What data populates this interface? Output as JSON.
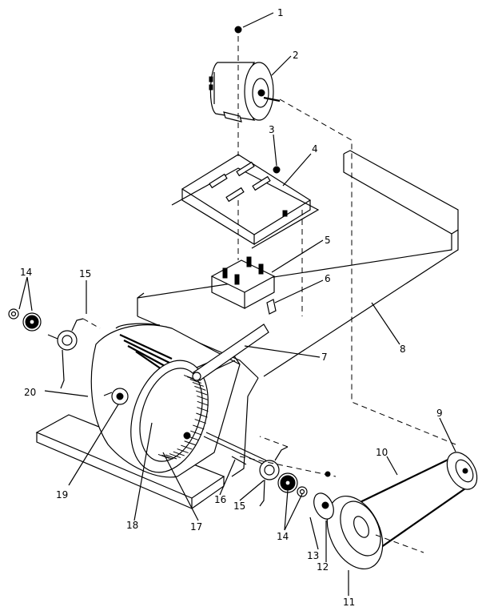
{
  "callouts": [
    {
      "id": "c1",
      "text": "1"
    },
    {
      "id": "c2",
      "text": "2"
    },
    {
      "id": "c3",
      "text": "3"
    },
    {
      "id": "c4",
      "text": "4"
    },
    {
      "id": "c5",
      "text": "5"
    },
    {
      "id": "c6",
      "text": "6"
    },
    {
      "id": "c7",
      "text": "7"
    },
    {
      "id": "c8",
      "text": "8"
    },
    {
      "id": "c9",
      "text": "9"
    },
    {
      "id": "c10",
      "text": "10"
    },
    {
      "id": "c11",
      "text": "11"
    },
    {
      "id": "c12",
      "text": "12"
    },
    {
      "id": "c13",
      "text": "13"
    },
    {
      "id": "c14a",
      "text": "14"
    },
    {
      "id": "c14b",
      "text": "14"
    },
    {
      "id": "c15a",
      "text": "15"
    },
    {
      "id": "c15b",
      "text": "15"
    },
    {
      "id": "c16",
      "text": "16"
    },
    {
      "id": "c17",
      "text": "17"
    },
    {
      "id": "c18",
      "text": "18"
    },
    {
      "id": "c19",
      "text": "19"
    },
    {
      "id": "c20",
      "text": "20"
    }
  ]
}
